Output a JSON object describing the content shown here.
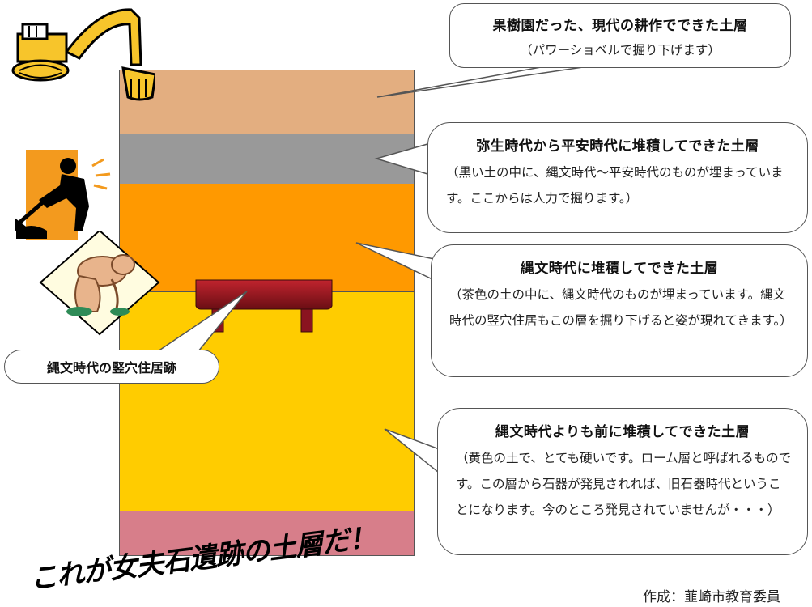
{
  "layers": [
    {
      "name": "topsoil",
      "color": "#E3AE80"
    },
    {
      "name": "yayoi-heian",
      "color": "#999999"
    },
    {
      "name": "jomon",
      "color": "#FF9900"
    },
    {
      "name": "pre-jomon",
      "color": "#FFCC00"
    },
    {
      "name": "bottom",
      "color": "#D77E8A"
    }
  ],
  "bubbles": {
    "modern": {
      "title": "果樹園だった、現代の耕作でできた土層",
      "body": "（パワーショベルで掘り下げます）"
    },
    "yayoi": {
      "title": "弥生時代から平安時代に堆積してできた土層",
      "body": "（黒い土の中に、縄文時代～平安時代のものが埋まっています。ここからは人力で掘ります。）"
    },
    "jomon": {
      "title": "縄文時代に堆積してできた土層",
      "body": "（茶色の土の中に、縄文時代のものが埋まっています。縄文時代の竪穴住居もこの層を掘り下げると姿が現れてきます。）"
    },
    "prejomon": {
      "title": "縄文時代よりも前に堆積してできた土層",
      "body": "（黄色の土で、とても硬いです。ローム層と呼ばれるものです。この層から石器が発見されれば、旧石器時代ということになります。今のところ発見されていませんが・・・）"
    }
  },
  "pit_label": "縄文時代の竪穴住居跡",
  "headline": "これが女夫石遺跡の土層だ！",
  "credit": "作成：韮崎市教育委員",
  "icons": [
    "excavator-icon",
    "digging-worker-icon",
    "kneeling-archaeologist-icon"
  ]
}
